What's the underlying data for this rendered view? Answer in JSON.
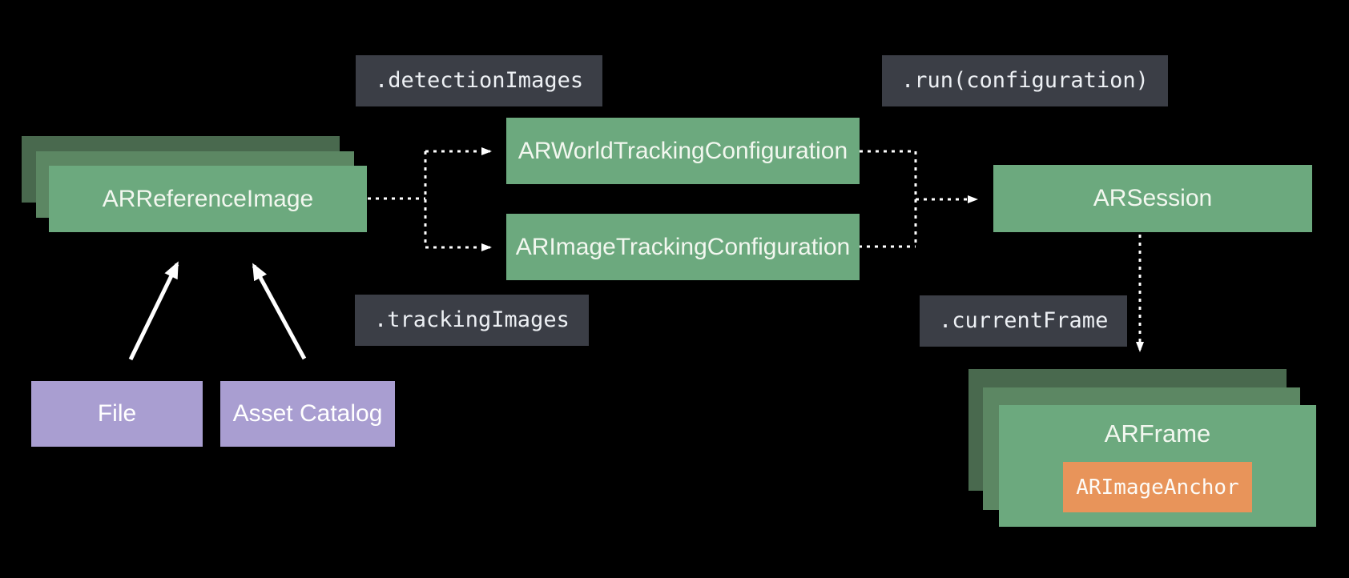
{
  "colors": {
    "background": "#000000",
    "green_front": "#6CA97E",
    "green_mid": "#5C8763",
    "green_back": "#49694E",
    "purple": "#A99ED1",
    "orange": "#E8945A",
    "label_gray": "#3B3E46",
    "node_text": "#F2F7EF",
    "code_text": "#EDF0F4",
    "arrow": "#FFFFFF"
  },
  "nodes": {
    "reference_image": {
      "label": "ARReferenceImage"
    },
    "world_tracking": {
      "label": "ARWorldTrackingConfiguration"
    },
    "image_tracking": {
      "label": "ARImageTrackingConfiguration"
    },
    "session": {
      "label": "ARSession"
    },
    "frame": {
      "label": "ARFrame"
    },
    "image_anchor": {
      "label": "ARImageAnchor"
    },
    "file": {
      "label": "File"
    },
    "asset_catalog": {
      "label": "Asset Catalog"
    }
  },
  "code_labels": {
    "detection_images": ".detectionImages",
    "run_configuration": ".run(configuration)",
    "tracking_images": ".trackingImages",
    "current_frame": ".currentFrame"
  }
}
